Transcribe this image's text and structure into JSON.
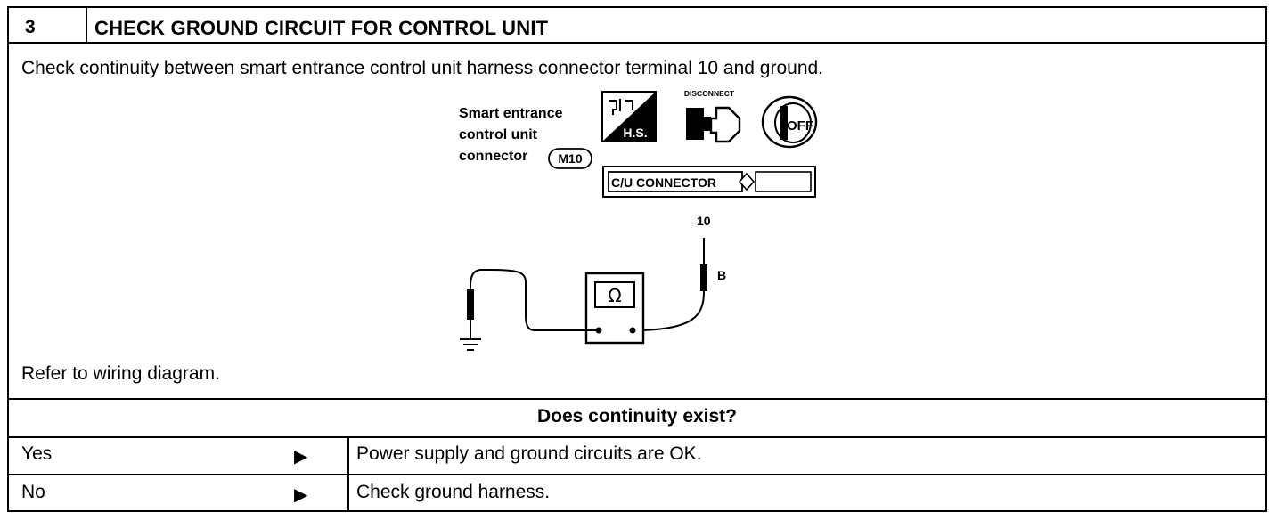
{
  "step": {
    "number": "3",
    "title": "CHECK GROUND CIRCUIT FOR CONTROL UNIT"
  },
  "instruction": "Check continuity between smart entrance control unit harness connector terminal 10 and ground.",
  "diagram": {
    "connector_caption": [
      "Smart entrance",
      "control unit",
      "connector"
    ],
    "connector_id": "M10",
    "hs_label": "H.S.",
    "disconnect_label": "DISCONNECT",
    "ignition_label": "OFF",
    "cu_connector_label": "C/U CONNECTOR",
    "terminal_number": "10",
    "wire_color": "B",
    "meter_symbol": "Ω"
  },
  "refer_text": "Refer to wiring diagram.",
  "question": "Does continuity exist?",
  "answers": [
    {
      "label": "Yes",
      "arrow": "▶",
      "result": "Power supply and ground circuits are OK."
    },
    {
      "label": "No",
      "arrow": "▶",
      "result": "Check ground harness."
    }
  ]
}
